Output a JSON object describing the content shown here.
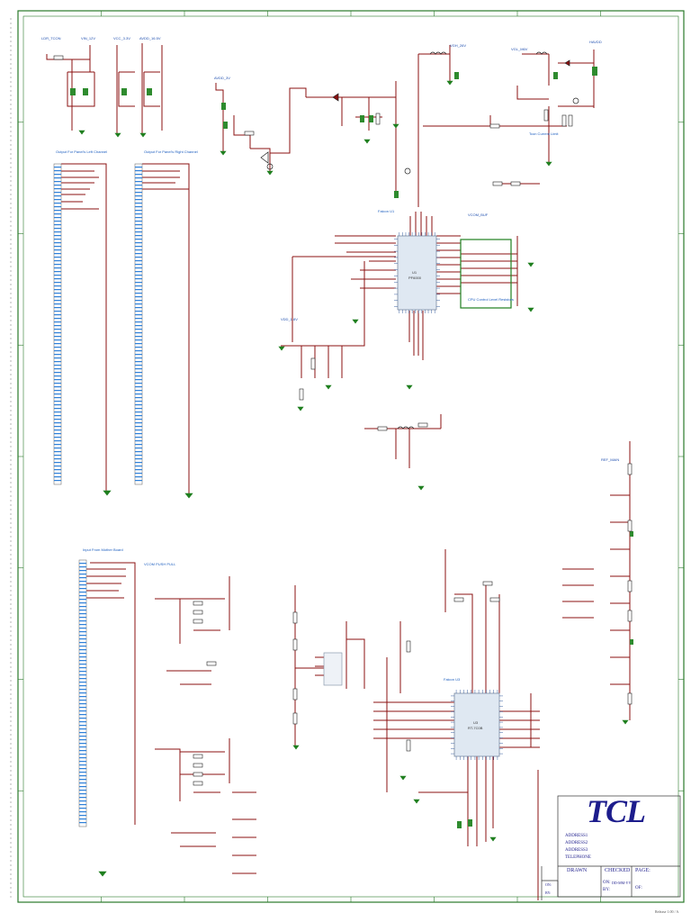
{
  "title_block": {
    "logo": "TCL",
    "address_lines": [
      "ADDRESS1",
      "ADDRESS2",
      "ADDRESS3"
    ],
    "telephone": "TELEPHONE",
    "drawn_label": "DRAWN",
    "checked_label": "CHECKED",
    "on_label": "ON:",
    "date_value": "DD-MM-YY",
    "by_label": "BY:",
    "page_label": "PAGE:",
    "of_label": "OF:",
    "left_labels": [
      "ON:",
      "BY:"
    ],
    "revision": "Release 1.00 / A"
  },
  "sections": {
    "left_channel": "Output For Panel's Left Channel",
    "right_channel": "Output For Panel's Right Channel",
    "input_mother": "Input From Mother Board",
    "vcom_pushpull": "VCOM PUSH PULL",
    "faraday_u1": "Falcon U1",
    "faraday_u3": "Falcon U3",
    "cpu_control": "CPU Control Level Resistors",
    "tcon_label": "Tcon Current Limit"
  },
  "net_labels": [
    "LDR_TCON",
    "VIN_12V",
    "VCC_3.3V",
    "AVDD_16.5V",
    "AVDD_3V",
    "VGH_26V",
    "VGL_M6V",
    "HAVDD",
    "VCOM_BUF",
    "VDD_1.8V",
    "REF_MAIN"
  ],
  "chips": {
    "u1": "U1",
    "u1_part": "PF6000",
    "u3": "U3",
    "u3_part": "RT-7C0B"
  },
  "colors": {
    "wire": "#8b1010",
    "ground": "#1f7f1f",
    "label": "#2050b0",
    "border": "#2a7a2a",
    "component": "#202020",
    "chip_fill": "#dfe8f2"
  }
}
